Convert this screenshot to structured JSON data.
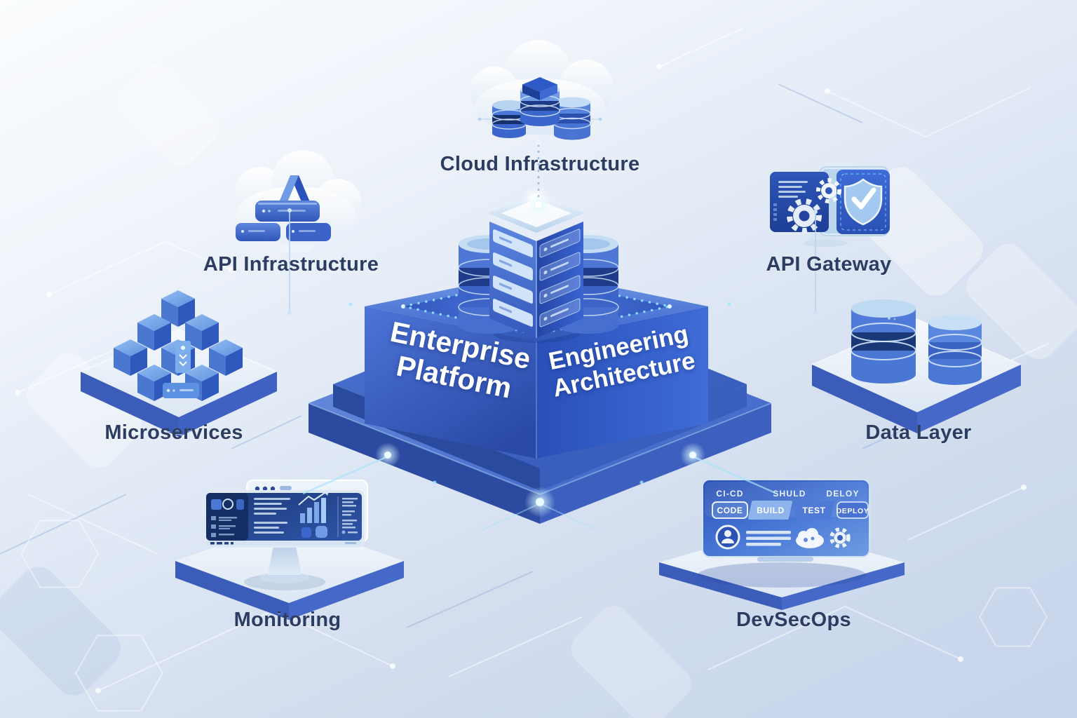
{
  "diagram": {
    "center": {
      "left_face_line1": "Enterprise",
      "left_face_line2": "Platform",
      "right_face_line1": "Engineering",
      "right_face_line2": "Architecture"
    },
    "labels": {
      "cloud": "Cloud Infrastructure",
      "api_infrastructure": "API Infrastructure",
      "api_gateway": "API Gateway",
      "microservices": "Microservices",
      "data_layer": "Data Layer",
      "monitoring": "Monitoring",
      "devsecops": "DevSecOps"
    },
    "devsecops_panel": {
      "header_labels": [
        "CI-CD",
        "SHULD",
        "DELOY"
      ],
      "stage_labels": [
        "CODE",
        "BUILD",
        "TEST",
        "DEPLOY"
      ]
    },
    "icons": {
      "cloud": "cloud-database-icon",
      "api_infrastructure": "cloud-server-icon",
      "api_gateway": "shield-gears-monitor-icon",
      "microservices": "cubes-cluster-icon",
      "data_layer": "database-cylinders-icon",
      "monitoring": "dashboard-monitor-icon",
      "devsecops": "pipeline-panel-icon"
    },
    "colors": {
      "label_text": "#2d3d62",
      "platform_blue": "#3a62c8",
      "deep_blue": "#24479f",
      "glow_cyan": "#8fe2ff",
      "white_platform": "#f2f7fc"
    }
  }
}
